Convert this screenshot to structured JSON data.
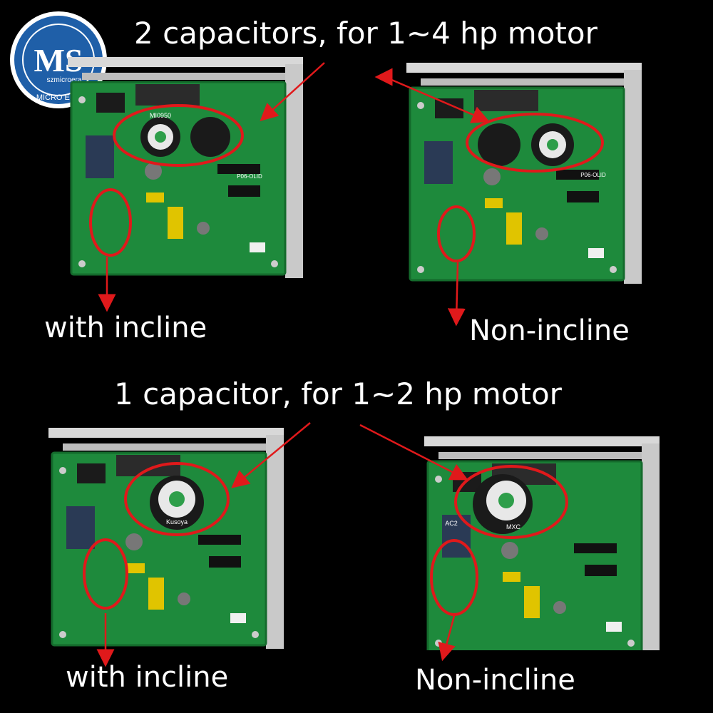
{
  "logo": {
    "initials": "MS",
    "line1": "szmicroera",
    "line2": "MICRO ERA",
    "brand_color": "#1f5fa8"
  },
  "headings": {
    "top": "2 capacitors, for 1~4 hp motor",
    "bottom": "1 capacitor, for 1~2 hp motor"
  },
  "labels": {
    "top_left": "with incline",
    "top_right": "Non-incline",
    "bottom_left": "with incline",
    "bottom_right": "Non-incline"
  },
  "board_marks": {
    "tl_cap": "MI0950",
    "tl_code": "P06-OLID",
    "tr_code": "P06-OLID",
    "bl_cap": "Kusoya",
    "br_cap": "MXC",
    "br_ac": "AC2"
  },
  "colors": {
    "pcb": "#1e8a3c",
    "pcb_dark": "#146b2c",
    "heatsink": "#d8d8d8",
    "annotation": "#e0191b"
  }
}
